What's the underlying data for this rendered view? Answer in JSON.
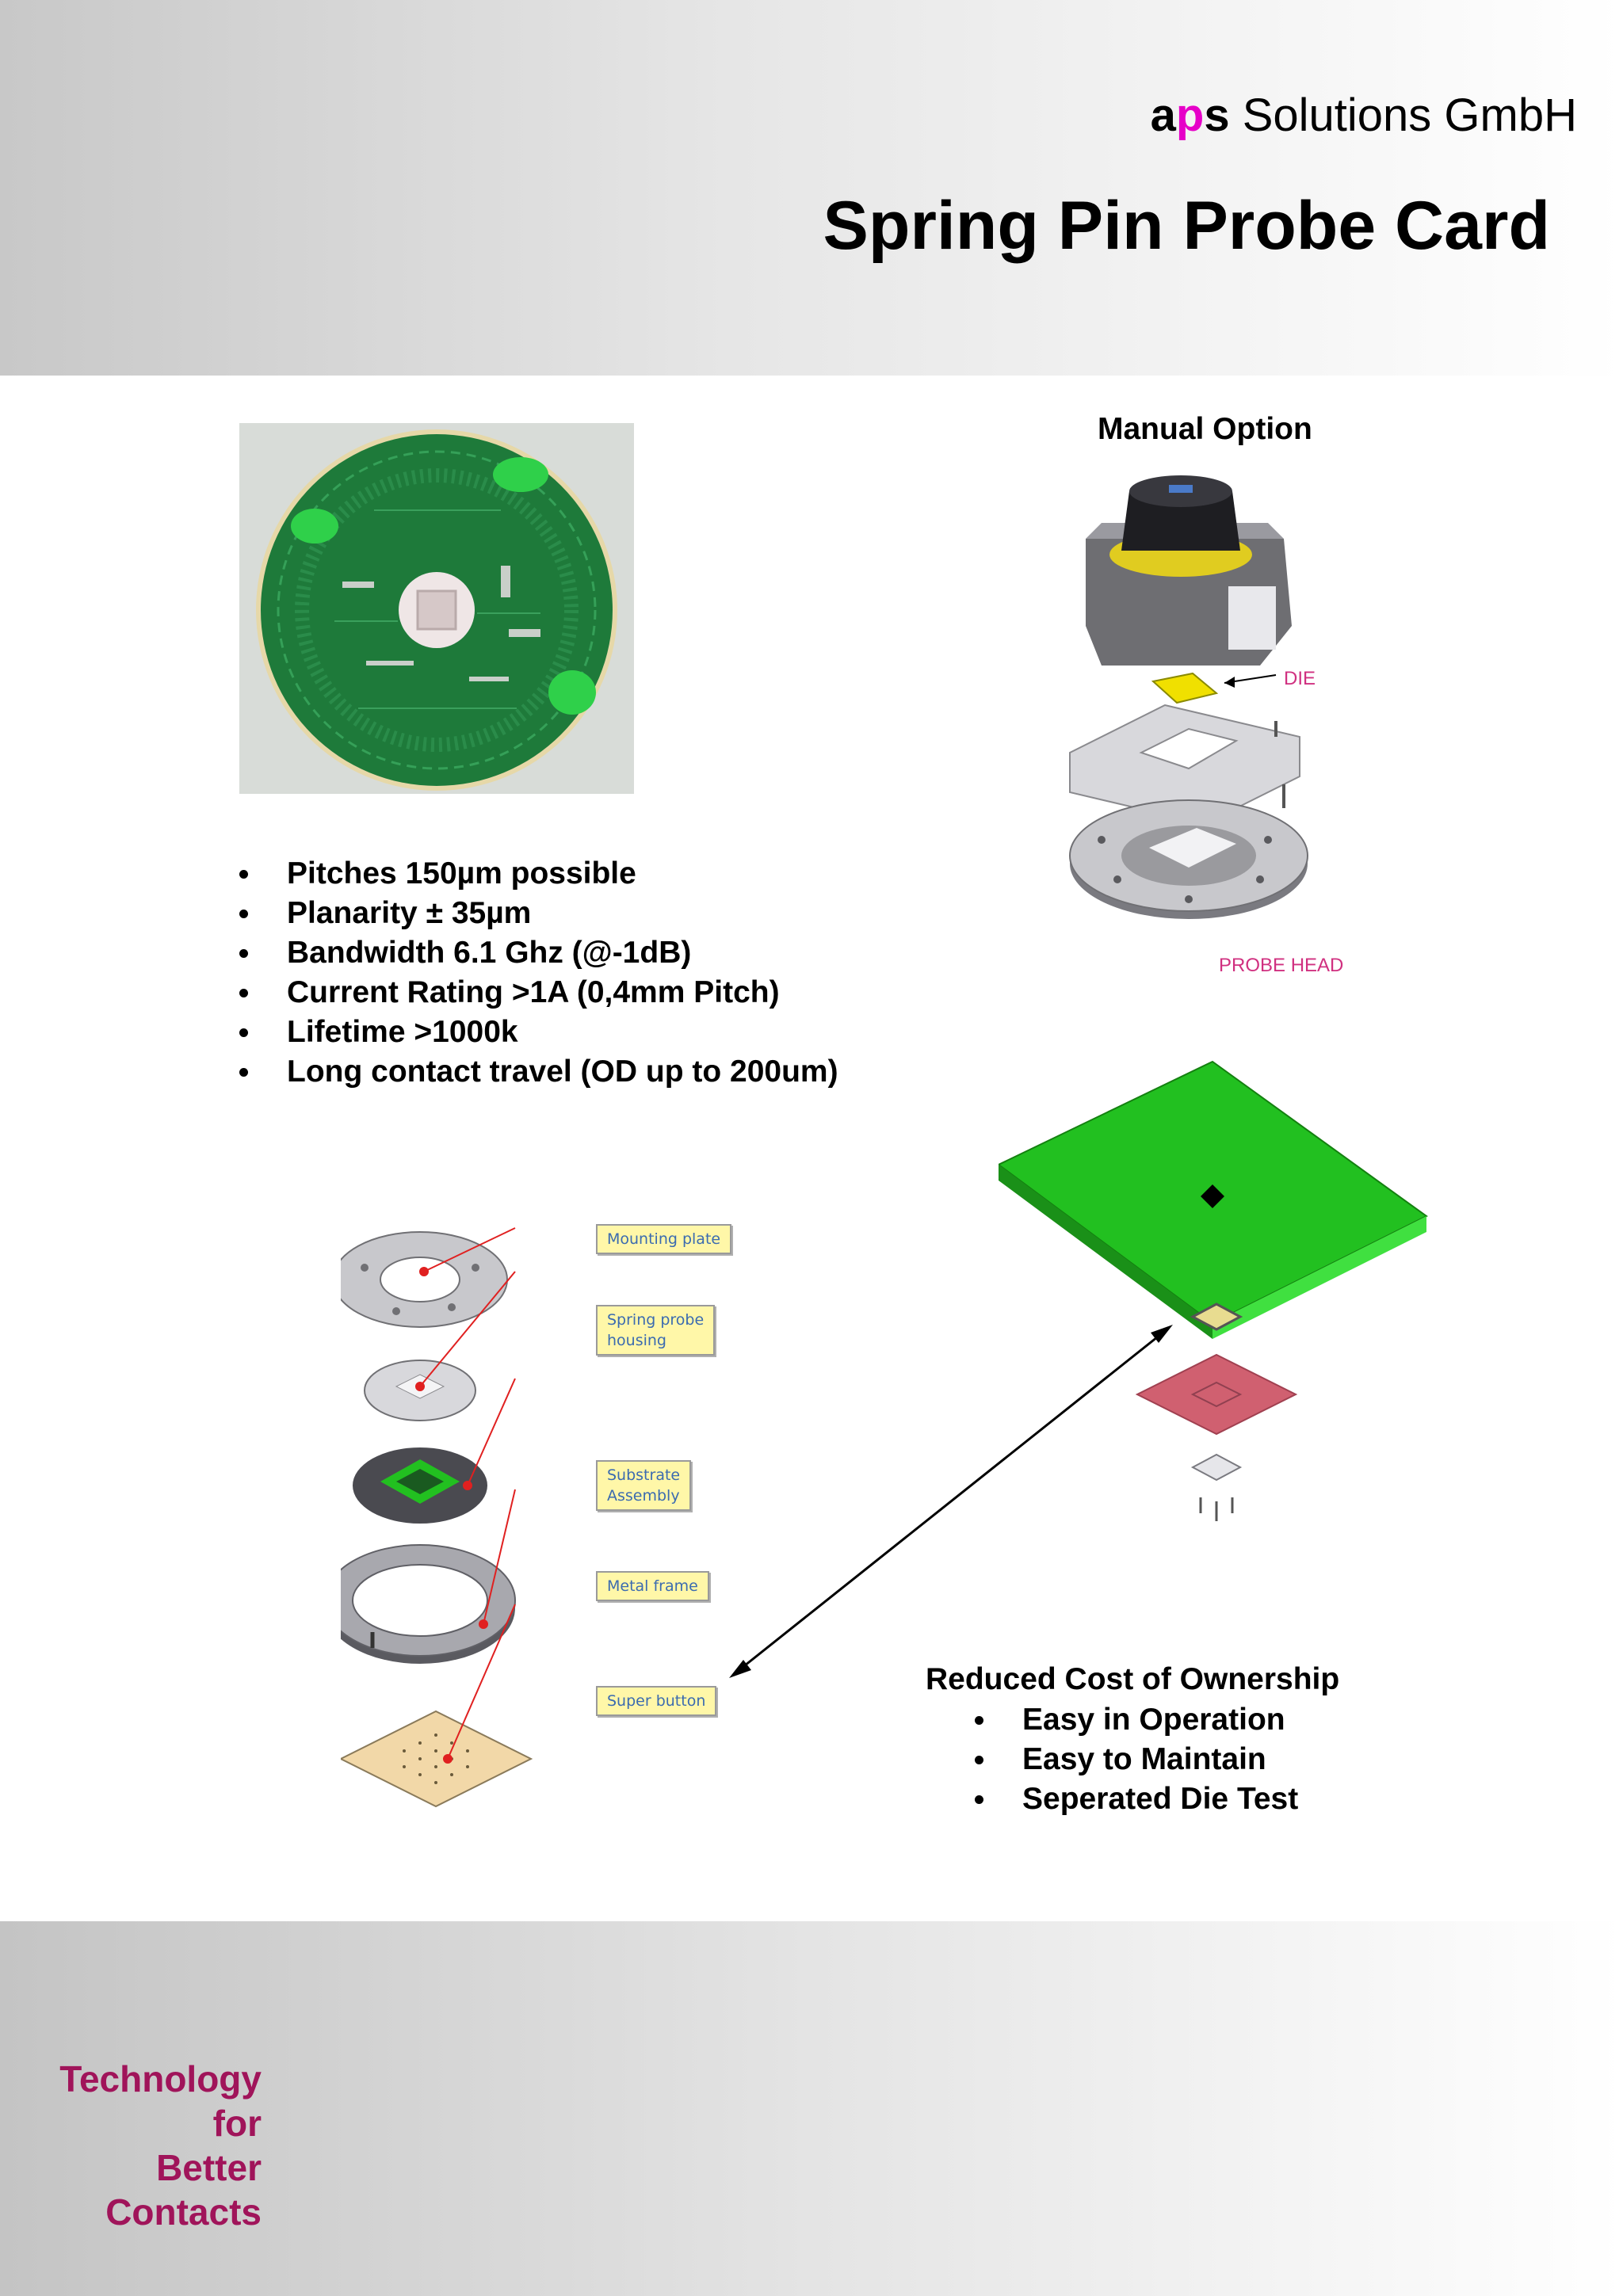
{
  "header": {
    "company_prefix_a": "a",
    "company_prefix_p": "p",
    "company_prefix_s": "s",
    "company_suffix": " Solutions GmbH",
    "title": "Spring Pin Probe Card"
  },
  "features": [
    "Pitches 150µm possible",
    "Planarity  ± 35µm",
    "Bandwidth 6.1 Ghz (@-1dB)",
    "Current Rating  >1A (0,4mm Pitch)",
    "Lifetime >1000k",
    "Long contact travel (OD up to 200um)"
  ],
  "manual_option": {
    "title": "Manual Option",
    "die_label": "DIE",
    "probe_head_label": "PROBE HEAD"
  },
  "exploded_view": {
    "labels": [
      "Mounting plate",
      "Spring probe",
      "housing",
      "Substrate",
      "Assembly",
      "Metal frame",
      "Super button"
    ]
  },
  "ownership": {
    "title": "Reduced Cost of Ownership",
    "items": [
      "Easy in Operation",
      "Easy to Maintain",
      "Seperated Die Test"
    ]
  },
  "tagline": [
    "Technology",
    "for",
    "Better",
    "Contacts"
  ],
  "colors": {
    "brand_magenta": "#e600c8",
    "tagline": "#a0145a",
    "pcb_green": "#1e7a3a",
    "die_yellow": "#f0e000",
    "probe_label": "#d03080",
    "callout_bg": "#fff7a8",
    "callout_text": "#3b6bb0"
  }
}
